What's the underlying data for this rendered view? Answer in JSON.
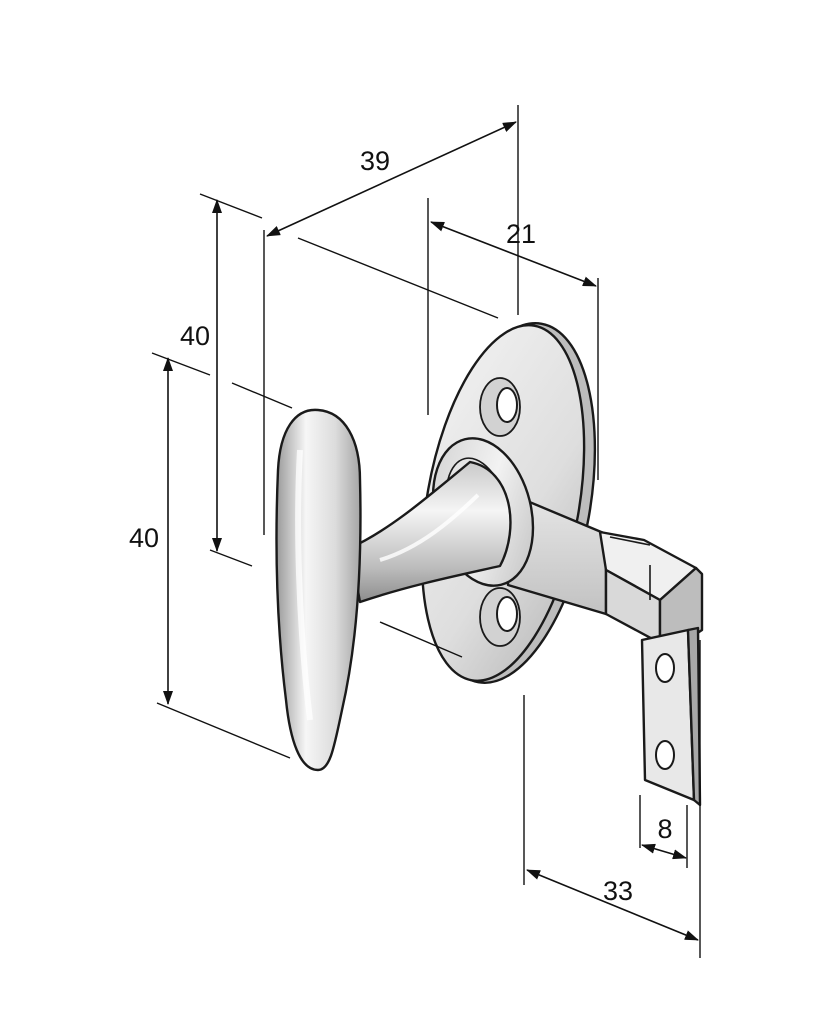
{
  "drawing": {
    "subject": "T-handle turn latch with oval rosette and flat strike plate",
    "dimensions": {
      "overall_depth": "39",
      "rosette_depth": "21",
      "handle_height": "40",
      "overall_height": "40",
      "strike_width": "8",
      "projection": "33"
    },
    "colors": {
      "outline": "#1a1a1a",
      "metal_light": "#f4f4f4",
      "metal_mid": "#d6d6d6",
      "metal_dark": "#9a9a9a",
      "background": "#ffffff"
    }
  }
}
